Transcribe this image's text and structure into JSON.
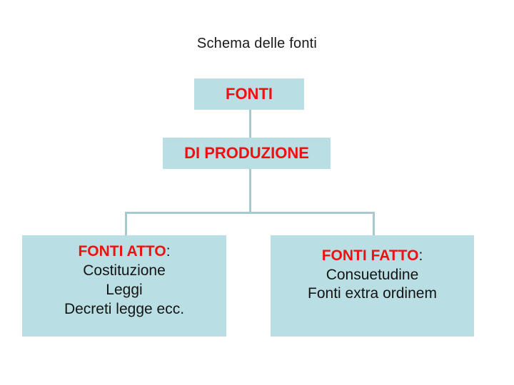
{
  "diagram": {
    "title": "Schema delle fonti",
    "colors": {
      "box_fill": "#b9dee3",
      "accent_text": "#ee1111",
      "body_text": "#141414",
      "connector": "#a6c9ce",
      "background": "#ffffff"
    },
    "nodes": {
      "root": {
        "label": "FONTI"
      },
      "produzione": {
        "label": "DI PRODUZIONE"
      },
      "fonti_atto": {
        "heading": "FONTI ATTO",
        "heading_suffix": ":",
        "items": [
          "Costituzione",
          "Leggi",
          "Decreti legge ecc."
        ]
      },
      "fonti_fatto": {
        "heading": "FONTI FATTO",
        "heading_suffix": ":",
        "items": [
          "Consuetudine",
          "Fonti extra ordinem"
        ]
      }
    }
  }
}
